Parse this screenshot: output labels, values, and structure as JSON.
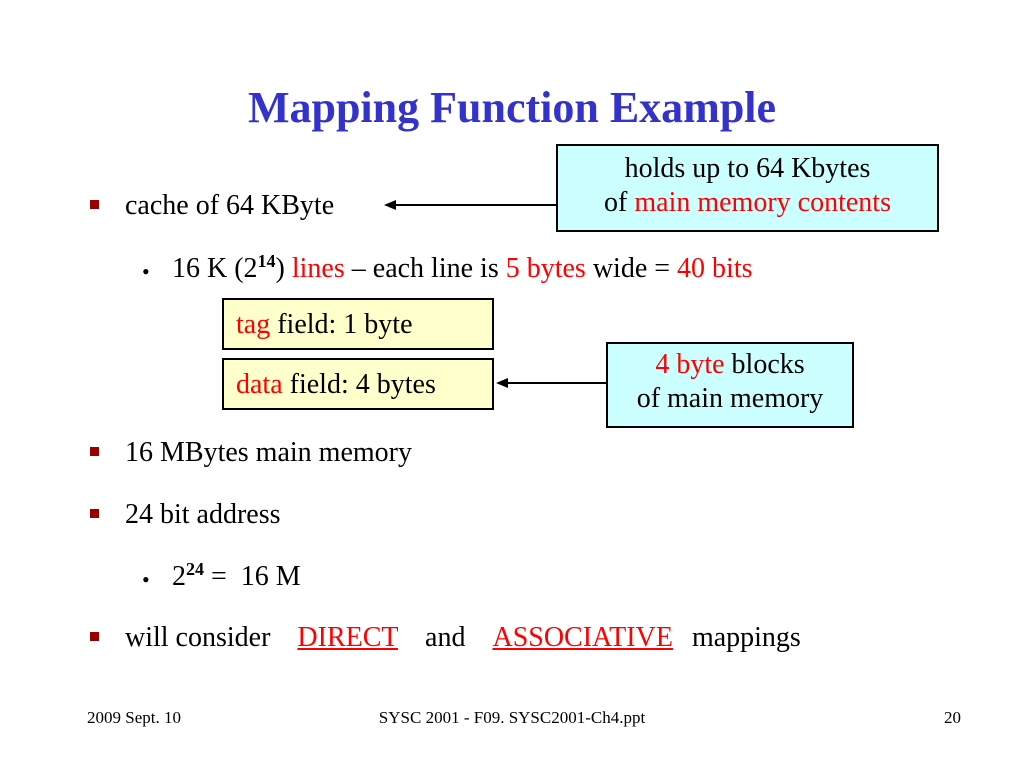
{
  "title": "Mapping Function Example",
  "bullets": {
    "cache": "cache of 64 KByte",
    "lines": {
      "prefix": "16 K (2",
      "exp": "14",
      "close": ") ",
      "lines_word": "lines",
      "mid": " – each line is ",
      "bytes": "5 bytes",
      "wide": " wide = ",
      "bits": "40 bits"
    },
    "main_memory": "16 MBytes main memory",
    "address": "24 bit address",
    "power": {
      "base": "2",
      "exp": "24",
      "rest": " =  16 M"
    },
    "consider": {
      "prefix": "will consider",
      "direct": "DIRECT",
      "and": "and",
      "associative": "ASSOCIATIVE",
      "suffix": "mappings"
    }
  },
  "callouts": {
    "holds": {
      "line1": "holds up to 64 Kbytes",
      "line2_prefix": "of ",
      "line2_red": "main memory contents"
    },
    "tag": {
      "red": "tag",
      "rest": " field:    1 byte"
    },
    "data": {
      "red": "data",
      "rest": " field:  4 bytes"
    },
    "blocks": {
      "line1_red": "4 byte",
      "line1_rest": " blocks",
      "line2": "of main memory"
    }
  },
  "footer": {
    "date": "2009 Sept. 10",
    "course": "SYSC 2001 - F09. SYSC2001-Ch4.ppt",
    "page": "20"
  },
  "colors": {
    "title": "#3333cc",
    "accent": "#ff0000",
    "bullet": "#990000",
    "cyan_box": "#ccffff",
    "yellow_box": "#ffffcc"
  }
}
